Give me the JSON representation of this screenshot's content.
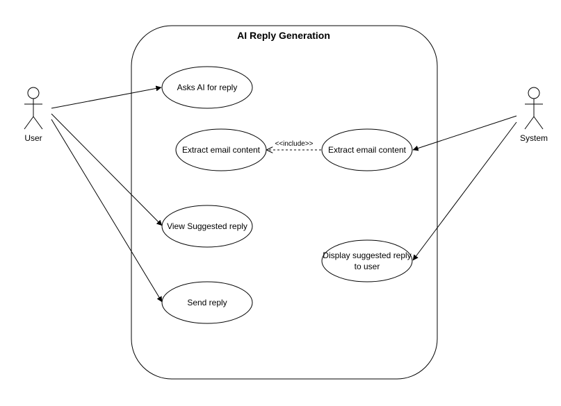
{
  "diagram": {
    "system_boundary": {
      "title": "AI Reply Generation"
    },
    "actors": {
      "user": {
        "label": "User"
      },
      "system": {
        "label": "System"
      }
    },
    "use_cases": {
      "asks_ai": {
        "label": "Asks AI for reply"
      },
      "extract_left": {
        "label": "Extract email content"
      },
      "extract_right": {
        "label": "Extract email content"
      },
      "view_suggested": {
        "label": "View Suggested reply"
      },
      "send_reply": {
        "label": "Send reply"
      },
      "display_suggested": {
        "line1": "Display suggested reply",
        "line2": "to user"
      }
    },
    "relationships": {
      "include": {
        "label": "<<include>>"
      }
    }
  }
}
